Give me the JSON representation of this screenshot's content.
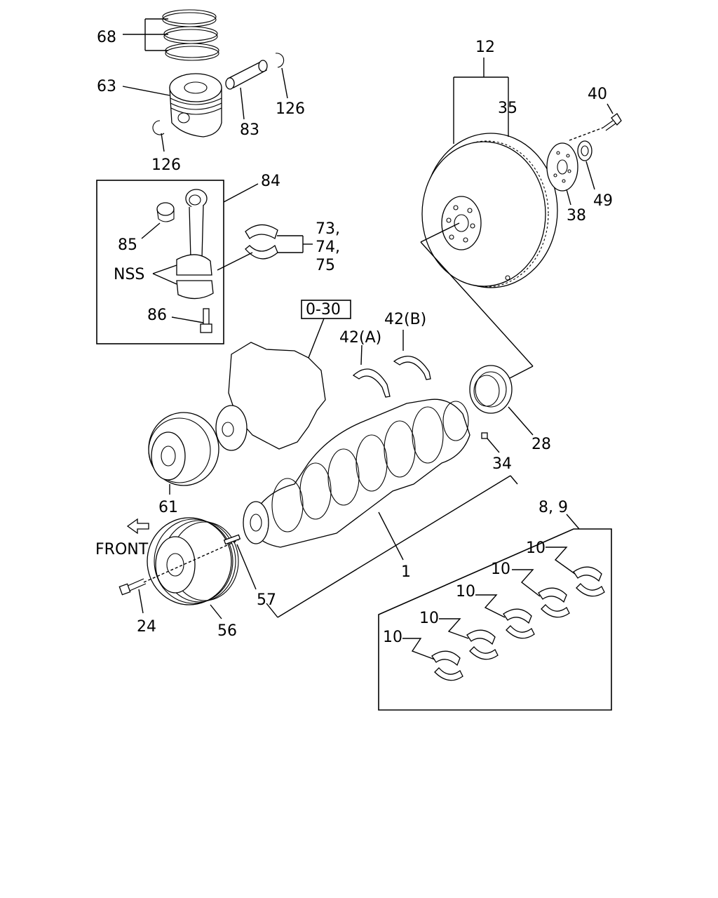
{
  "labels": {
    "l68": "68",
    "l63": "63",
    "l126a": "126",
    "l126b": "126",
    "l83": "83",
    "l84": "84",
    "l85": "85",
    "l73": "73,",
    "l74": "74,",
    "l75": "75",
    "lnss": "NSS",
    "l86": "86",
    "l030": "0-30",
    "l42a": "42(A)",
    "l42b": "42(B)",
    "l12": "12",
    "l35": "35",
    "l40": "40",
    "l49": "49",
    "l38": "38",
    "l28": "28",
    "l34": "34",
    "l61": "61",
    "lfront": "FRONT",
    "l1": "1",
    "l89": "8, 9",
    "l10a": "10",
    "l10b": "10",
    "l10c": "10",
    "l10d": "10",
    "l10e": "10",
    "l57": "57",
    "l24": "24",
    "l56": "56"
  }
}
